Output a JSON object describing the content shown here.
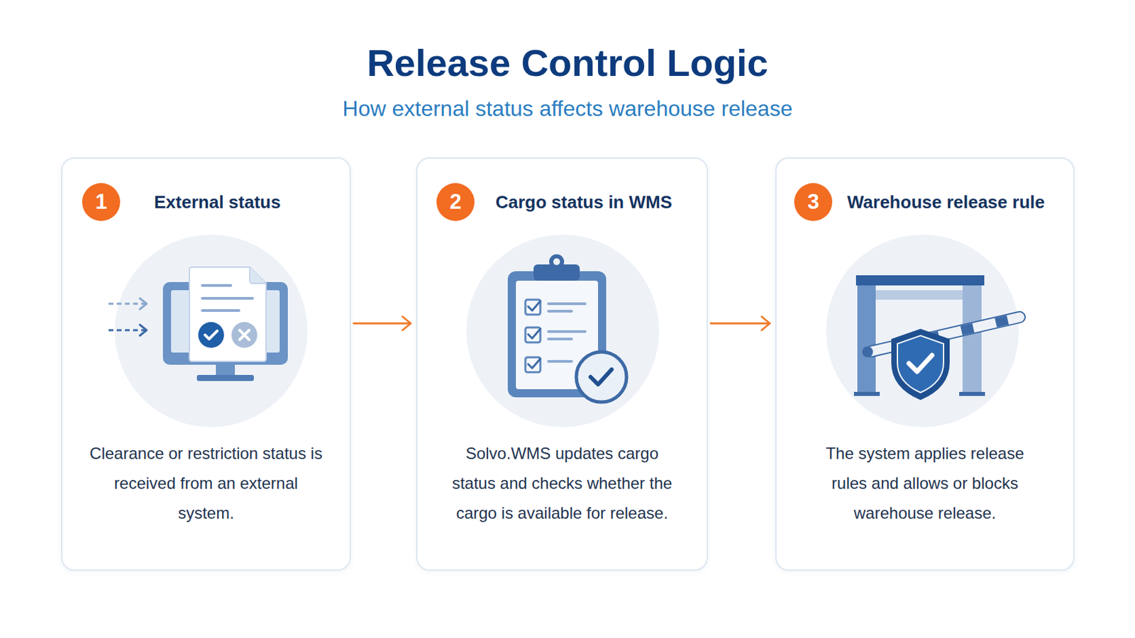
{
  "diagram": {
    "title": "Release Control Logic",
    "nodes": [
      {
        "text": [
          "External status",
          "Clearance or restriction status is received from an external system."
        ]
      },
      {
        "text": [
          "1"
        ],
        "in": 0
      },
      {
        "text": [
          "Cargo status in WMS",
          "Solvo.WMS updates cargo status and checks whether the cargo is available for release."
        ]
      },
      {
        "text": [
          "2"
        ],
        "in": 2
      },
      {
        "text": [
          "Warehouse release rule",
          "The system applies release rules and allows or blocks warehouse release."
        ]
      },
      {
        "text": [
          "3"
        ],
        "in": 4
      }
    ],
    "edges": [
      {
        "from": 0,
        "to": 2,
        "arrow": "to"
      },
      {
        "from": 2,
        "to": 4,
        "arrow": "to"
      }
    ],
    "labels": [
      "How external status affects warehouse release"
    ]
  }
}
